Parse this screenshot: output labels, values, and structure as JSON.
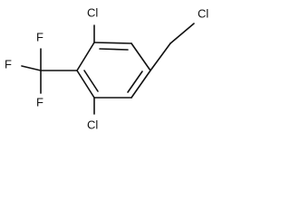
{
  "molecule": {
    "atoms": [
      {
        "id": "cl_top",
        "label": "Cl"
      },
      {
        "id": "cl_bottom",
        "label": "Cl"
      },
      {
        "id": "cl_side",
        "label": "Cl"
      },
      {
        "id": "f_top",
        "label": "F"
      },
      {
        "id": "f_left",
        "label": "F"
      },
      {
        "id": "f_bottom",
        "label": "F"
      }
    ]
  }
}
